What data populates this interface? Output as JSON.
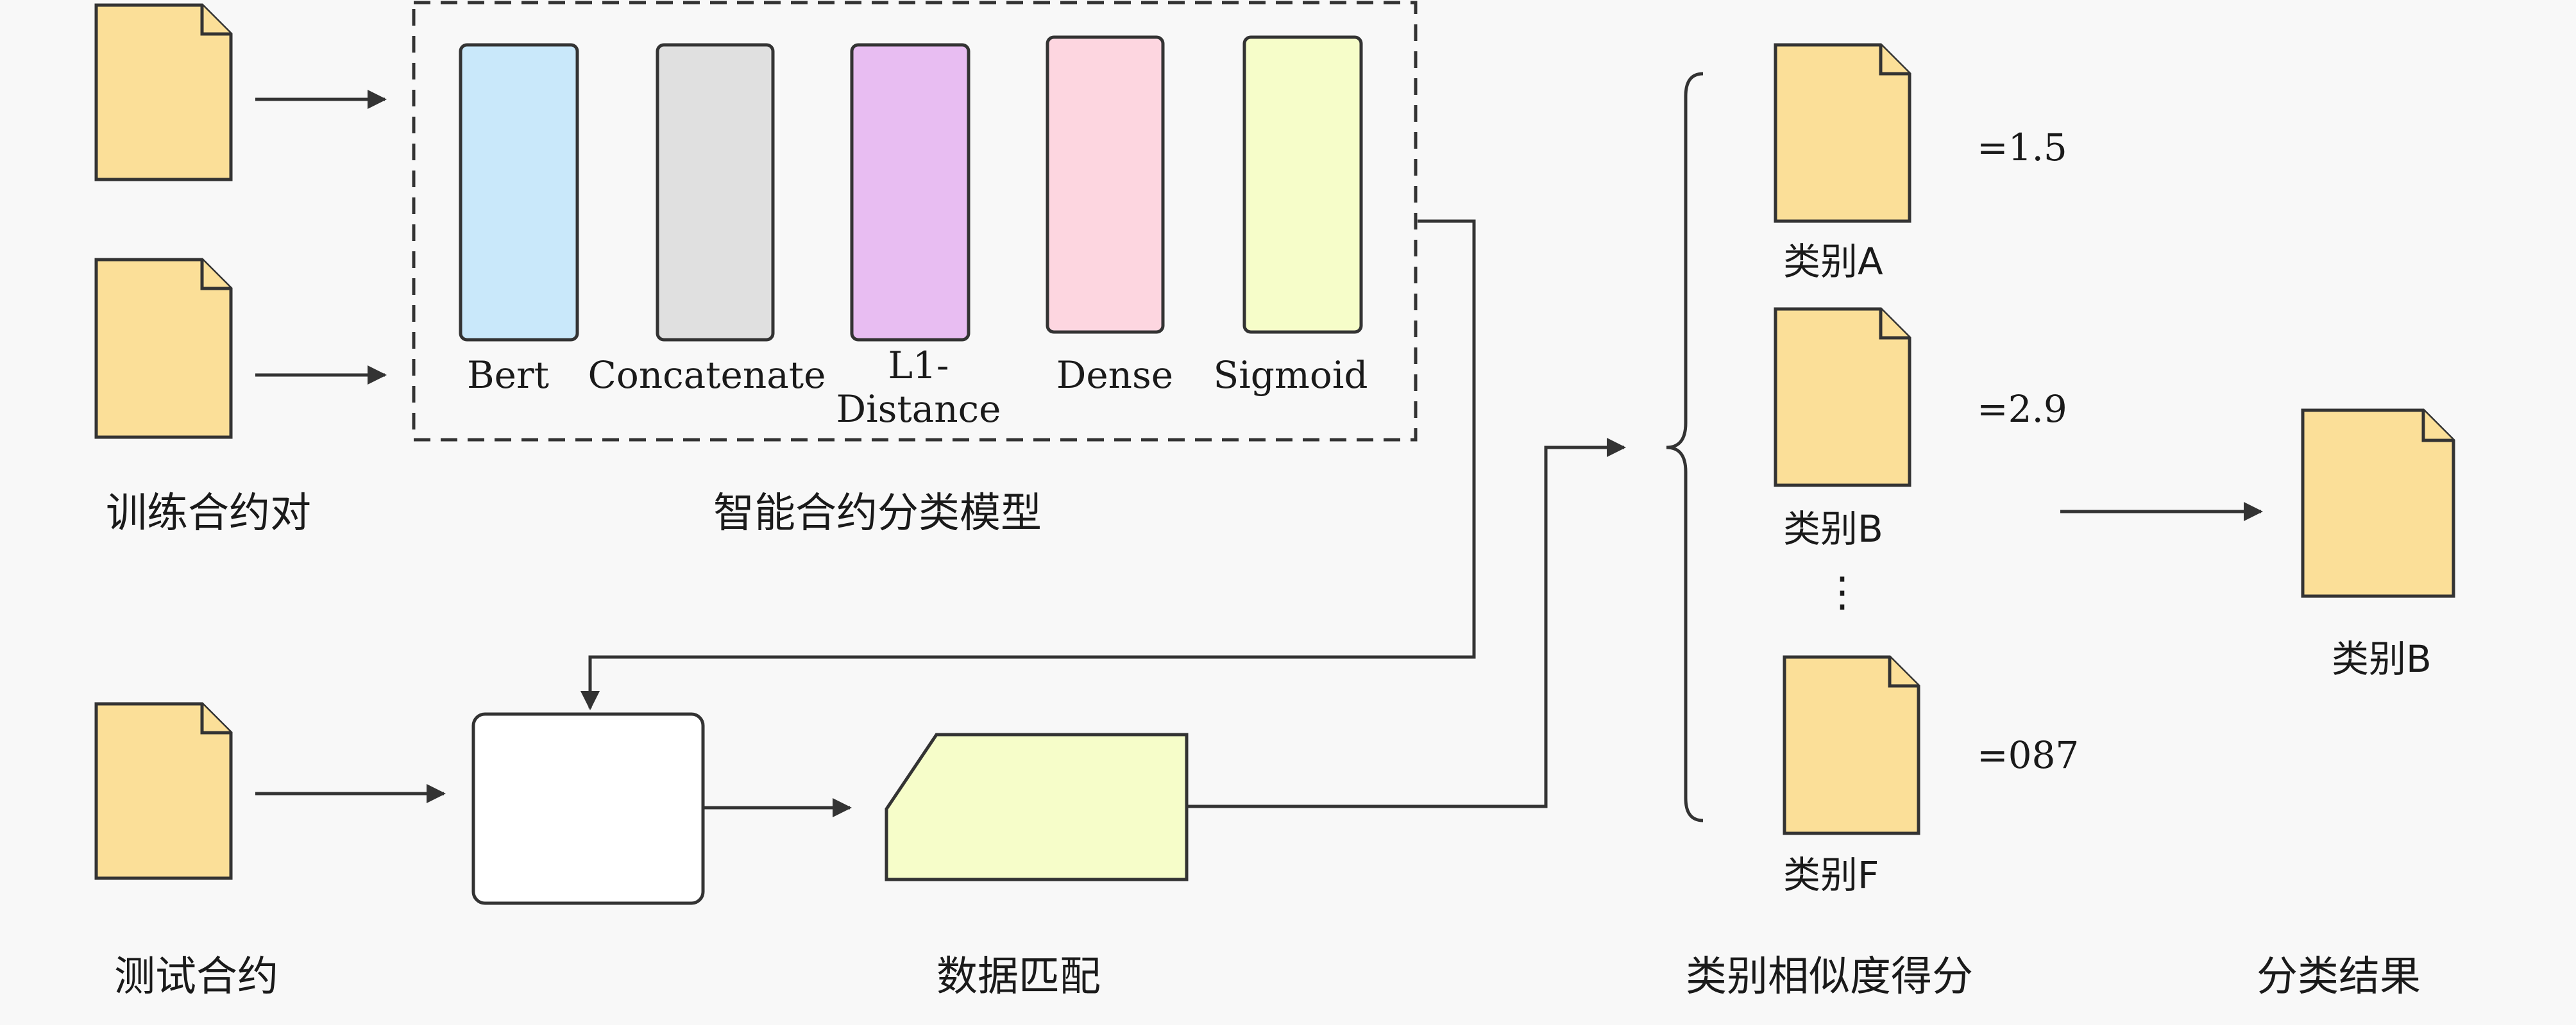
{
  "labels": {
    "train_pairs": "训练合约对",
    "model": "智能合约分类模型",
    "test_contract": "测试合约",
    "data_match": "数据匹配",
    "similarity_scores": "类别相似度得分",
    "classification_result": "分类结果"
  },
  "layers": [
    {
      "name": "Bert",
      "color": "#c9e8fa"
    },
    {
      "name": "Concatenate",
      "color": "#e0e0e0"
    },
    {
      "name": "L1-",
      "name2": "Distance",
      "color": "#e8bdf2"
    },
    {
      "name": "Dense",
      "color": "#fdd6e0"
    },
    {
      "name": "Sigmoid",
      "color": "#f6fdc9"
    }
  ],
  "categories": [
    {
      "label": "类别A",
      "score": "=1.5"
    },
    {
      "label": "类别B",
      "score": "=2.9"
    },
    {
      "label": "类别F",
      "score": "=087"
    }
  ],
  "ellipsis": "⋮",
  "result": {
    "label": "类别B"
  },
  "colors": {
    "document_fill": "#fbdf98",
    "stroke": "#333333",
    "data_match_fill": "#f6fdc9"
  }
}
